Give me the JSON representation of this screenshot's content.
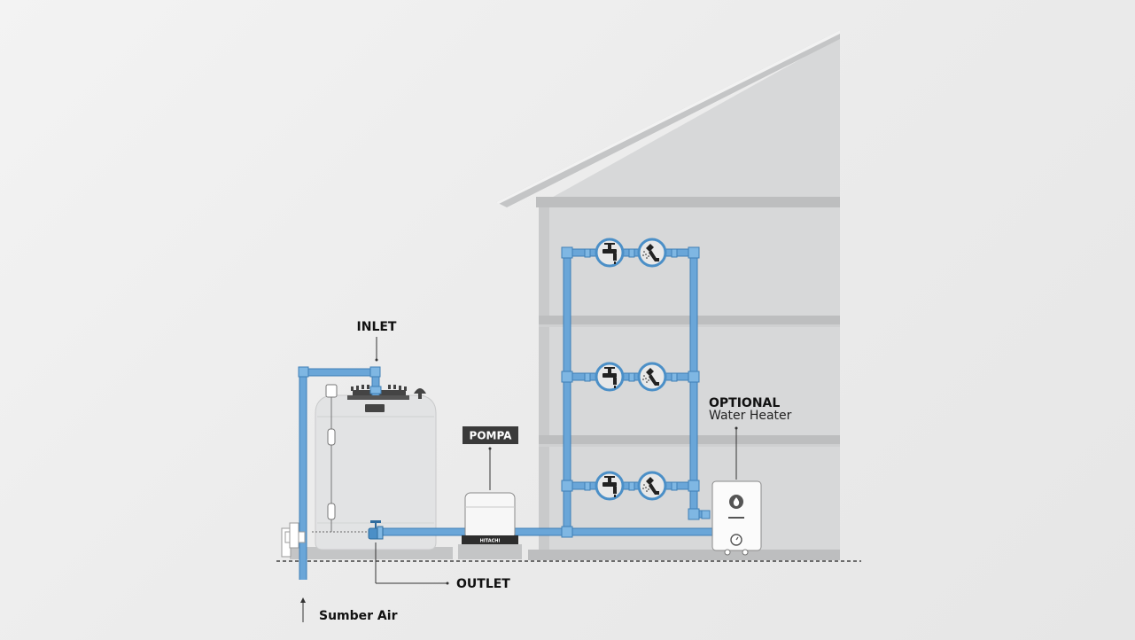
{
  "labels": {
    "inlet": "INLET",
    "outlet": "OUTLET",
    "source": "Sumber Air",
    "pump": "POMPA",
    "optional": "OPTIONAL",
    "heater": "Water Heater",
    "pump_brand": "HITACHI"
  },
  "icons": {
    "faucet": "faucet-icon",
    "shower": "shower-icon",
    "heater_flame": "water-drop-icon"
  },
  "colors": {
    "pipe": "#6aa6d8",
    "pipe_edge": "#3f7fb6",
    "house": "#d6d7d8",
    "tank": "#e4e5e6",
    "label_box": "#3a3a3a"
  }
}
